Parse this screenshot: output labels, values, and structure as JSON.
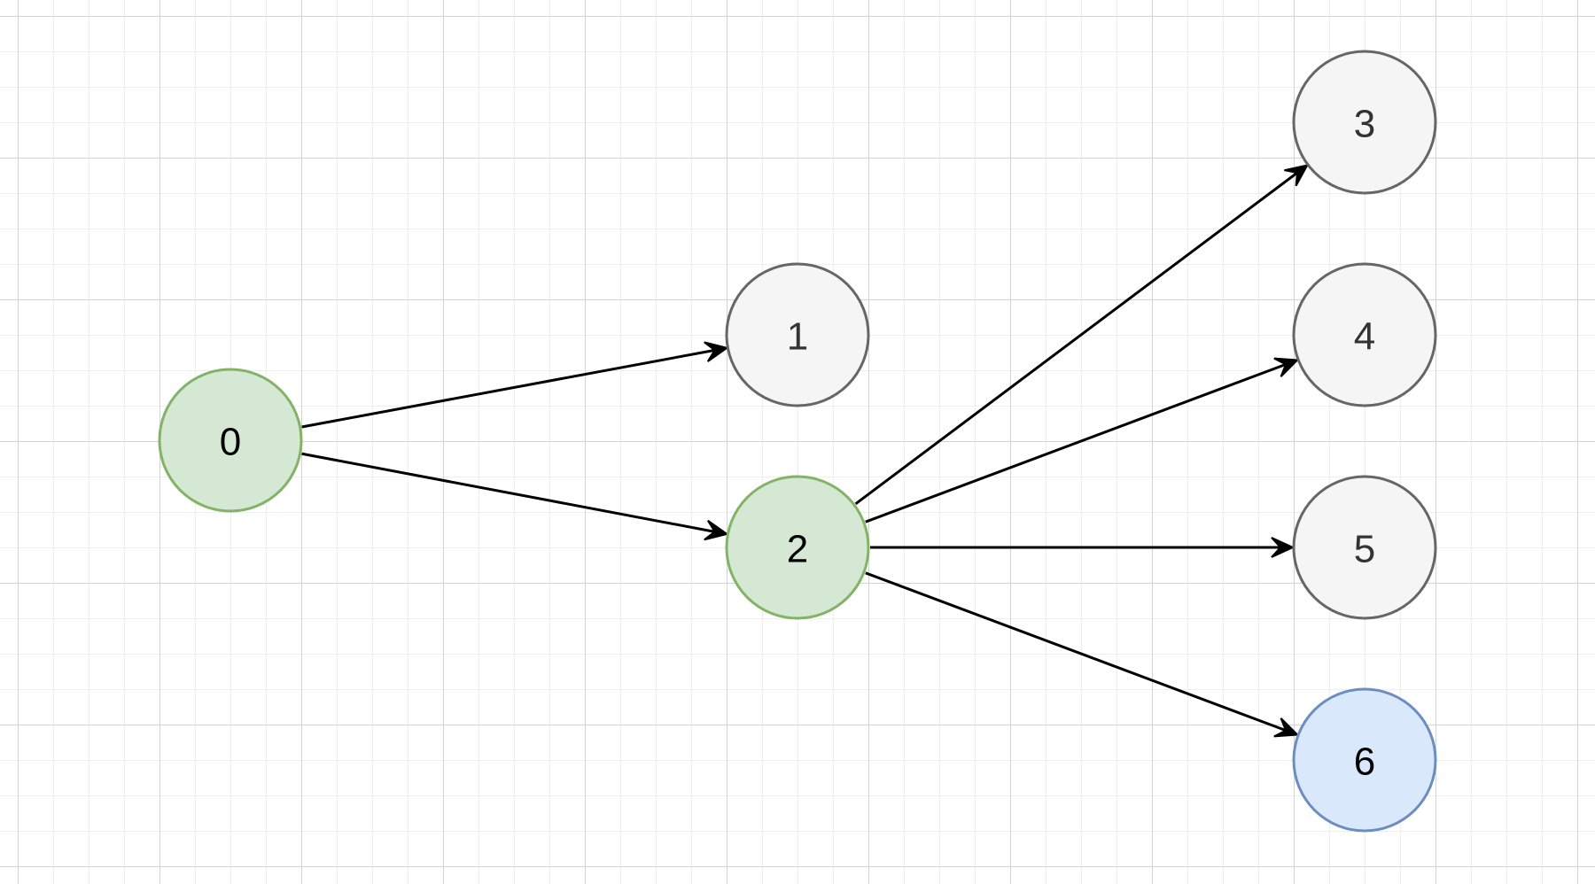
{
  "diagram": {
    "nodes": [
      {
        "id": "0",
        "label": "0",
        "style": "green"
      },
      {
        "id": "1",
        "label": "1",
        "style": "gray"
      },
      {
        "id": "2",
        "label": "2",
        "style": "green"
      },
      {
        "id": "3",
        "label": "3",
        "style": "gray"
      },
      {
        "id": "4",
        "label": "4",
        "style": "gray"
      },
      {
        "id": "5",
        "label": "5",
        "style": "gray"
      },
      {
        "id": "6",
        "label": "6",
        "style": "blue"
      }
    ],
    "edges": [
      {
        "from": "0",
        "to": "1"
      },
      {
        "from": "0",
        "to": "2"
      },
      {
        "from": "2",
        "to": "3"
      },
      {
        "from": "2",
        "to": "4"
      },
      {
        "from": "2",
        "to": "5"
      },
      {
        "from": "2",
        "to": "6"
      }
    ],
    "styles": {
      "green": {
        "fill": "#d5e8d4",
        "stroke": "#82b366",
        "text": "#000000"
      },
      "gray": {
        "fill": "#f5f5f5",
        "stroke": "#666666",
        "text": "#333333"
      },
      "blue": {
        "fill": "#dae8fc",
        "stroke": "#6c8ebf",
        "text": "#000000"
      }
    },
    "edge_color": "#000000"
  }
}
